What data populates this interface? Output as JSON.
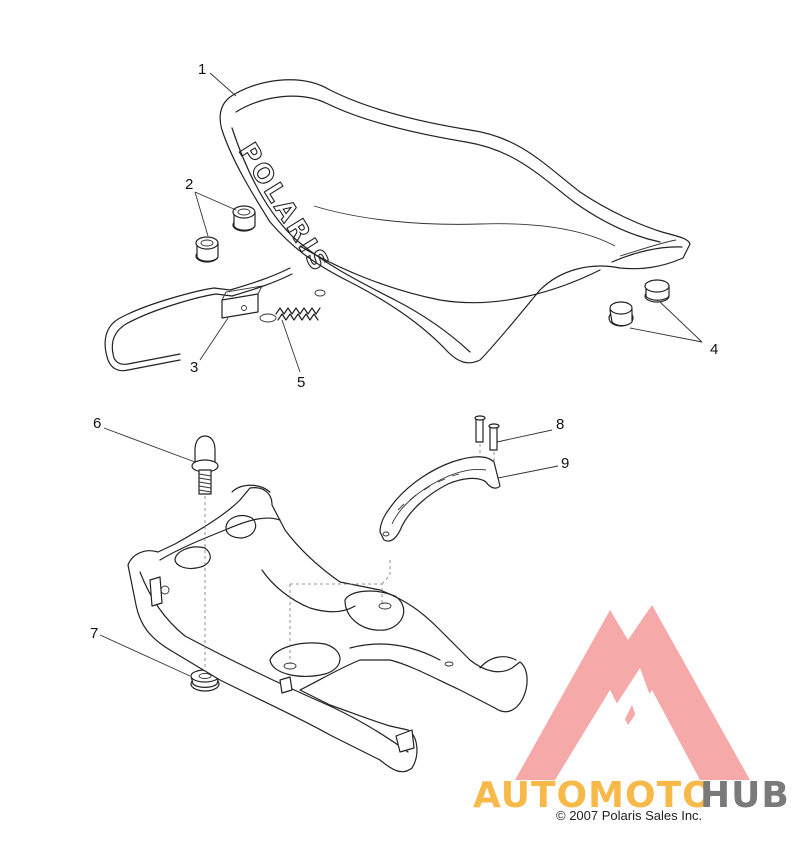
{
  "callouts": [
    {
      "id": "1",
      "label": "1"
    },
    {
      "id": "2",
      "label": "2"
    },
    {
      "id": "3",
      "label": "3"
    },
    {
      "id": "4",
      "label": "4"
    },
    {
      "id": "5",
      "label": "5"
    },
    {
      "id": "6",
      "label": "6"
    },
    {
      "id": "7",
      "label": "7"
    },
    {
      "id": "8",
      "label": "8"
    },
    {
      "id": "9",
      "label": "9"
    }
  ],
  "seat_logo_text": "POLARIS",
  "copyright": "© 2007 Polaris Sales Inc.",
  "watermark": {
    "part1": "AUTOMOTO",
    "part2": "HUB",
    "color_part1": "#f7b94a",
    "color_part2": "#7a7a7a",
    "logo_color": "#f08a8a"
  },
  "line_color": "#222222",
  "background": "#ffffff"
}
